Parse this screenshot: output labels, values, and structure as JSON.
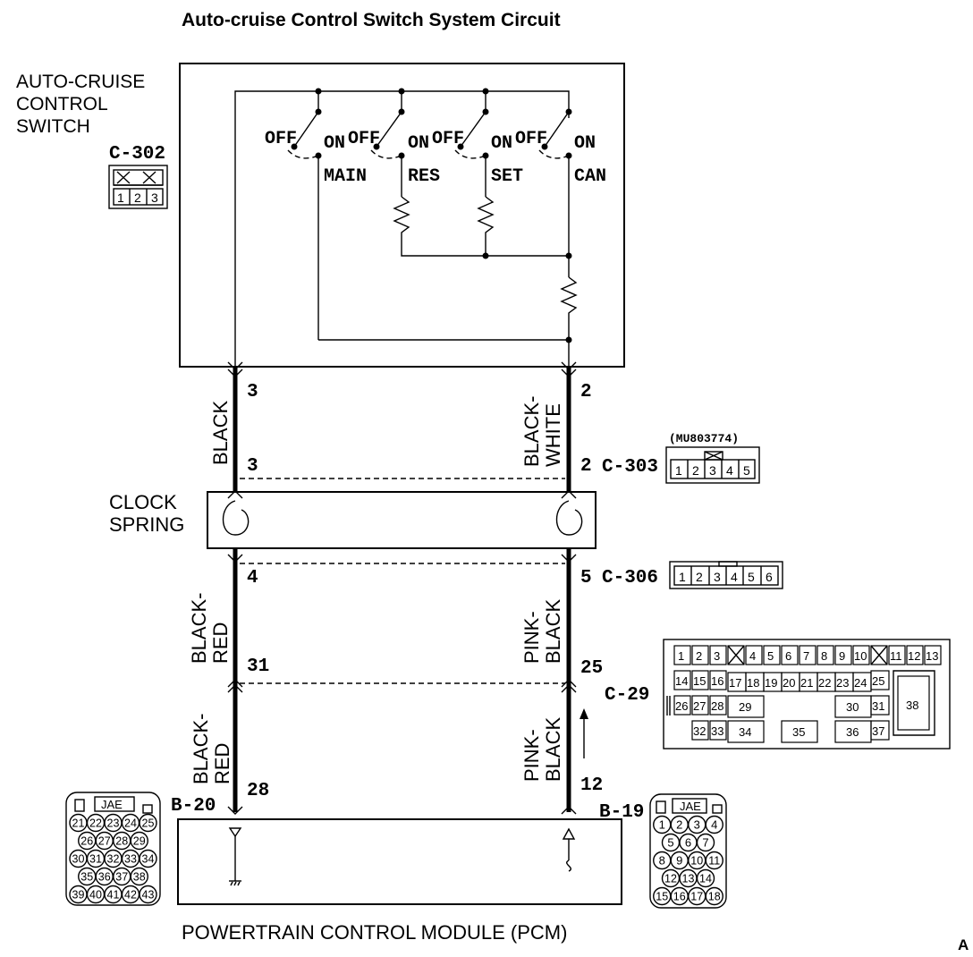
{
  "title": "Auto-cruise Control Switch System Circuit",
  "switch_label": [
    "AUTO-CRUISE",
    "CONTROL",
    "SWITCH"
  ],
  "connectors": {
    "c302": {
      "id": "C-302",
      "pins": [
        "1",
        "2",
        "3"
      ]
    },
    "c303": {
      "id": "C-303",
      "part": "(MU803774)",
      "pins": [
        "1",
        "2",
        "3",
        "4",
        "5"
      ]
    },
    "c306": {
      "id": "C-306",
      "pins": [
        "1",
        "2",
        "3",
        "4",
        "5",
        "6"
      ]
    },
    "c29": {
      "id": "C-29"
    },
    "b20": {
      "id": "B-20",
      "tag": "JAE",
      "rows": [
        [
          "21",
          "22",
          "23",
          "24",
          "25"
        ],
        [
          "26",
          "27",
          "28",
          "29"
        ],
        [
          "30",
          "31",
          "32",
          "33",
          "34"
        ],
        [
          "35",
          "36",
          "37",
          "38"
        ],
        [
          "39",
          "40",
          "41",
          "42",
          "43"
        ]
      ]
    },
    "b19": {
      "id": "B-19",
      "tag": "JAE",
      "rows": [
        [
          "1",
          "2",
          "3",
          "4"
        ],
        [
          "5",
          "6",
          "7"
        ],
        [
          "8",
          "9",
          "10",
          "11"
        ],
        [
          "12",
          "13",
          "14"
        ],
        [
          "15",
          "16",
          "17",
          "18"
        ]
      ]
    }
  },
  "switches": [
    {
      "off": "OFF",
      "on": "ON",
      "name": "MAIN"
    },
    {
      "off": "OFF",
      "on": "ON",
      "name": "RES"
    },
    {
      "off": "OFF",
      "on": "ON",
      "name": "SET"
    },
    {
      "off": "OFF",
      "on": "ON",
      "name": "CAN"
    }
  ],
  "pins": {
    "sw_left": "3",
    "sw_right": "2",
    "c303_left": "3",
    "c303_right": "2",
    "c306_left": "4",
    "c306_right": "5",
    "c29_left": "31",
    "c29_right": "25",
    "pcm_left": "28",
    "pcm_right": "12"
  },
  "wires": {
    "seg1_left": [
      "BLACK"
    ],
    "seg1_right": [
      "BLACK-",
      "WHITE"
    ],
    "seg2_left": [
      "BLACK-",
      "RED"
    ],
    "seg2_right": [
      "PINK-",
      "BLACK"
    ],
    "seg3_left": [
      "BLACK-",
      "RED"
    ],
    "seg3_right": [
      "PINK-",
      "BLACK"
    ]
  },
  "clock_spring": [
    "CLOCK",
    "SPRING"
  ],
  "c29_cells": {
    "row1": [
      "1",
      "2",
      "3",
      "4",
      "5",
      "6",
      "7",
      "8",
      "9",
      "10",
      "11",
      "12",
      "13"
    ],
    "row2": [
      "14",
      "15",
      "16",
      "17",
      "18",
      "19",
      "20",
      "21",
      "22",
      "23",
      "24",
      "25"
    ],
    "row3": [
      "26",
      "27",
      "28",
      "29",
      "30",
      "31",
      "38"
    ],
    "row4": [
      "32",
      "33",
      "34",
      "35",
      "36",
      "37"
    ]
  },
  "pcm_label": "POWERTRAIN CONTROL MODULE (PCM)",
  "corner": "A"
}
